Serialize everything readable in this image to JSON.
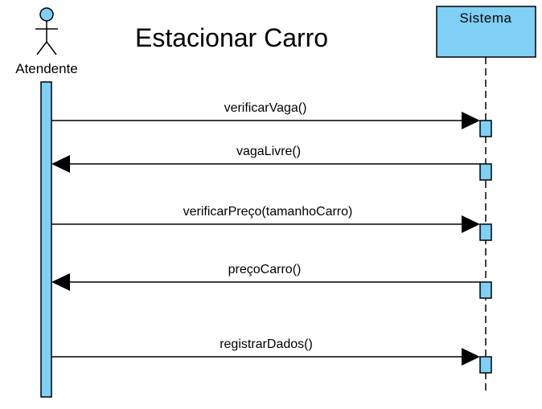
{
  "diagram": {
    "title": "Estacionar Carro",
    "actor": {
      "label": "Atendente",
      "icon": "stick-figure-icon"
    },
    "object": {
      "label": "Sistema"
    },
    "colors": {
      "fill": "#80CFF4",
      "stroke": "#000000",
      "actor_head": "#80CFF4"
    },
    "messages": [
      {
        "label": "verificarVaga()",
        "direction": "to-sistema"
      },
      {
        "label": "vagaLivre()",
        "direction": "to-atendente"
      },
      {
        "label": "verificarPreço(tamanhoCarro)",
        "direction": "to-sistema"
      },
      {
        "label": "preçoCarro()",
        "direction": "to-atendente"
      },
      {
        "label": "registrarDados()",
        "direction": "to-sistema"
      }
    ]
  }
}
